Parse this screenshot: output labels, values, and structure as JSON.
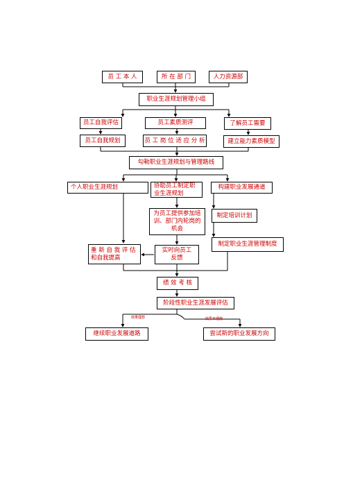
{
  "top": {
    "employee": "员 工 本 人",
    "department": "所 在 部 门",
    "hr": "人力资源部"
  },
  "committee": "职业生涯规划管理小组",
  "row1": {
    "self_eval": "员工自我评估",
    "quality_test": "员工素质测评",
    "know_needs": "了解员工需要"
  },
  "row2": {
    "self_plan": "员工自我规划",
    "post_fit": "员 工 岗 位 适 应 分 析",
    "ability_model": "建立能力素质模型"
  },
  "outline": "勾勒职业生涯规划与管理路线",
  "col_a": {
    "personal_plan": "个人职业生涯规划",
    "reevaluate": "重 新 自 我 评 估 和自我提高"
  },
  "col_b": {
    "assist": "协助员工制定职业生涯规划",
    "training": "为员工提供参加培训、部门内轮岗的机会",
    "feedback": "实时向员工反馈"
  },
  "col_c": {
    "channel": "构建职业发展通道",
    "train_plan": "制定培训计划",
    "system": "制定职业生涯管理制度"
  },
  "appraisal": "绩 效 考 核",
  "stage_eval": "阶段性职业生涯发展评估",
  "notes": {
    "ideal": "效果理想",
    "not_ideal": "效果不理想"
  },
  "outcomes": {
    "continue": "继续职业发展道路",
    "new_direction": "尝试新的职业发展方向"
  },
  "colors": {
    "text": "#cc0000",
    "line": "#000000"
  }
}
